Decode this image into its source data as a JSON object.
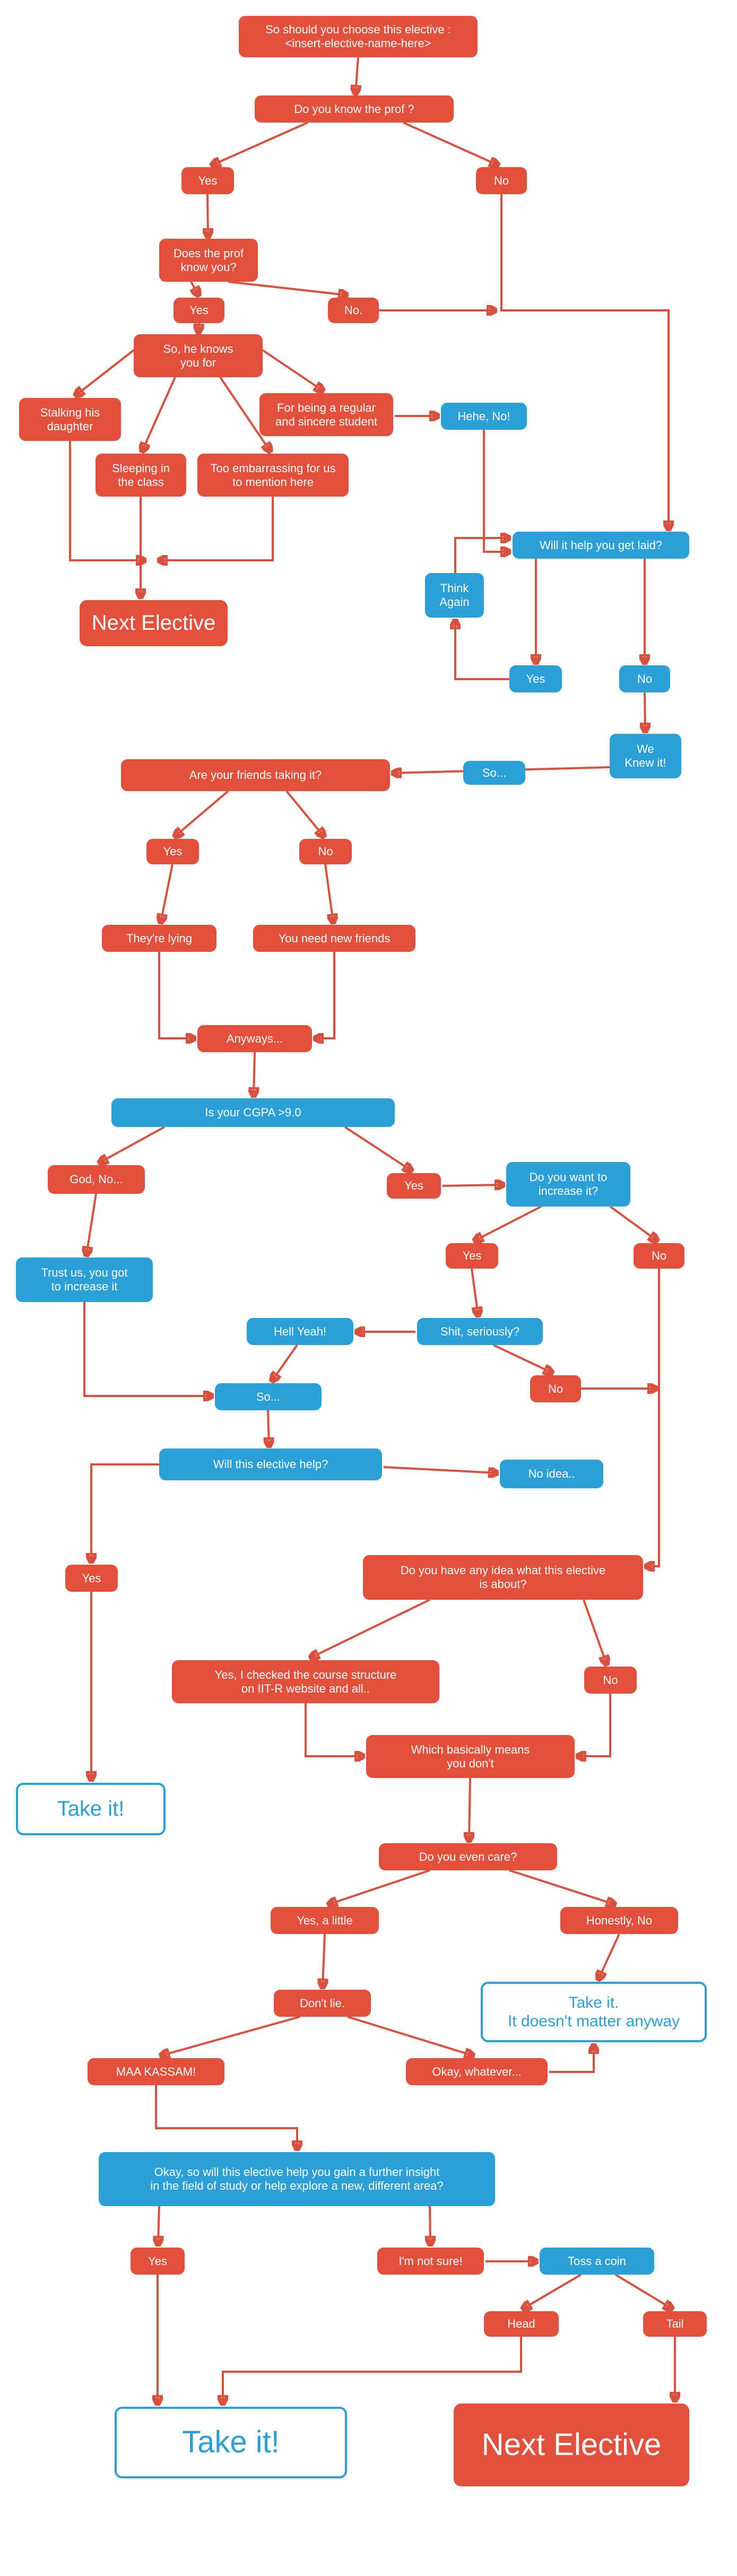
{
  "colors": {
    "node_red": "#e2503c",
    "node_blue": "#2b9fd8",
    "line_red": "#d9503e",
    "arrowhead_blue": "#2b9fd8",
    "background": "#ffffff"
  },
  "nodes": {
    "title": {
      "label": "So should you choose this elective :\n<insert-elective-name-here>"
    },
    "know_prof": {
      "label": "Do you know the prof ?"
    },
    "yes1": {
      "label": "Yes"
    },
    "no1": {
      "label": "No"
    },
    "prof_know_you": {
      "label": "Does the prof\nknow you?"
    },
    "yes2": {
      "label": "Yes"
    },
    "no2": {
      "label": "No."
    },
    "knows_you_for": {
      "label": "So, he knows\nyou for"
    },
    "stalking": {
      "label": "Stalking his\ndaughter"
    },
    "regular": {
      "label": "For being a regular\nand sincere student"
    },
    "hehe_no": {
      "label": "Hehe, No!"
    },
    "sleeping": {
      "label": "Sleeping in\nthe class"
    },
    "embarrassing": {
      "label": "Too embarrassing for us\nto mention here"
    },
    "next_elective_1": {
      "label": "Next Elective"
    },
    "get_laid": {
      "label": "Will it help you get laid?"
    },
    "think_again": {
      "label": "Think\nAgain"
    },
    "yes3": {
      "label": "Yes"
    },
    "no3": {
      "label": "No"
    },
    "we_knew": {
      "label": "We\nKnew it!"
    },
    "so1": {
      "label": "So..."
    },
    "friends": {
      "label": "Are your friends taking it?"
    },
    "yes4": {
      "label": "Yes"
    },
    "no4": {
      "label": "No"
    },
    "lying": {
      "label": "They're lying"
    },
    "new_friends": {
      "label": "You need new friends"
    },
    "anyways": {
      "label": "Anyways..."
    },
    "cgpa": {
      "label": "Is your CGPA >9.0"
    },
    "god_no": {
      "label": "God, No..."
    },
    "yes5": {
      "label": "Yes"
    },
    "increase": {
      "label": "Do you want to\nincrease it?"
    },
    "trust_us": {
      "label": "Trust us, you got\nto increase it"
    },
    "yes6": {
      "label": "Yes"
    },
    "no5": {
      "label": "No"
    },
    "hell_yeah": {
      "label": "Hell Yeah!"
    },
    "shit": {
      "label": "Shit, seriously?"
    },
    "no6": {
      "label": "No"
    },
    "so2": {
      "label": "So..."
    },
    "will_help": {
      "label": "Will this elective help?"
    },
    "no_idea": {
      "label": "No idea.."
    },
    "yes7": {
      "label": "Yes"
    },
    "any_idea": {
      "label": "Do you have any idea what this elective\nis about?"
    },
    "checked": {
      "label": "Yes, I checked the course structure\non IIT-R website and all.."
    },
    "no7": {
      "label": "No"
    },
    "basically": {
      "label": "Which basically means\nyou don't"
    },
    "take_it_1": {
      "label": "Take it!"
    },
    "care": {
      "label": "Do you even care?"
    },
    "yes_little": {
      "label": "Yes, a little"
    },
    "honestly_no": {
      "label": "Honestly, No"
    },
    "dont_lie": {
      "label": "Don't lie."
    },
    "take_it_2": {
      "label": "Take it.\nIt doesn't matter anyway"
    },
    "maa_kassam": {
      "label": "MAA KASSAM!"
    },
    "okay_whatever": {
      "label": "Okay, whatever..."
    },
    "insight": {
      "label": "Okay, so will this elective help you gain a further insight\nin the field of study or help explore a new,  different area?"
    },
    "yes8": {
      "label": "Yes"
    },
    "not_sure": {
      "label": "I'm not sure!"
    },
    "toss": {
      "label": "Toss a coin"
    },
    "head": {
      "label": "Head"
    },
    "tail": {
      "label": "Tail"
    },
    "take_it_3": {
      "label": "Take it!"
    },
    "next_elective_2": {
      "label": "Next Elective"
    }
  }
}
